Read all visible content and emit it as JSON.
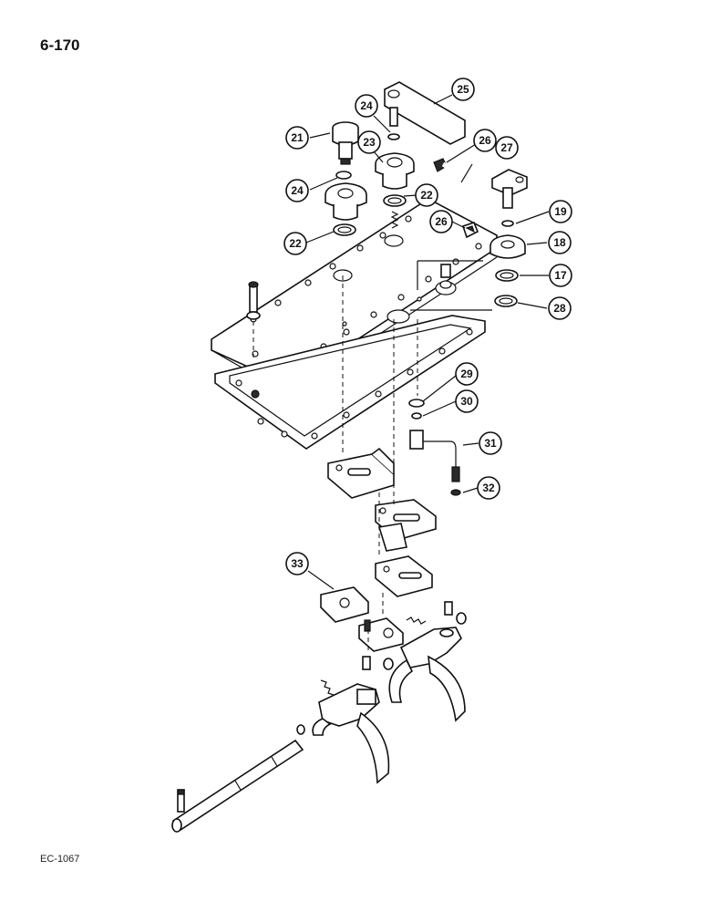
{
  "page_number": "6-170",
  "figure_code": "EC-1067",
  "callouts": [
    "21",
    "24",
    "23",
    "22",
    "22",
    "24",
    "25",
    "26",
    "27",
    "26",
    "19",
    "18",
    "17",
    "28",
    "29",
    "30",
    "31",
    "32",
    "33"
  ]
}
